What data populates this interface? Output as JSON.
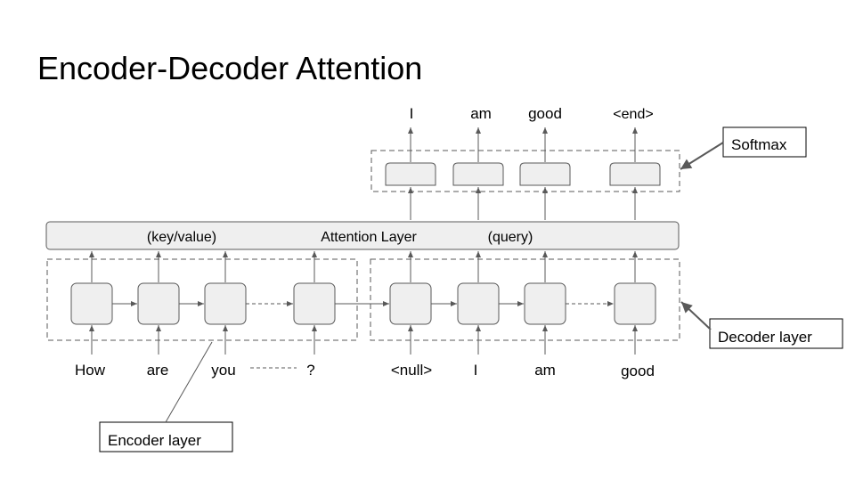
{
  "title": "Encoder-Decoder Attention",
  "attention_layer": {
    "key_value_label": "(key/value)",
    "name": "Attention Layer",
    "query_label": "(query)"
  },
  "encoder": {
    "inputs": [
      "How",
      "are",
      "you",
      "?"
    ]
  },
  "decoder": {
    "inputs": [
      "<null>",
      "I",
      "am",
      "good"
    ],
    "outputs": [
      "I",
      "am",
      "good",
      "<end>"
    ]
  },
  "callouts": {
    "softmax": "Softmax",
    "decoder_layer": "Decoder layer",
    "encoder_layer": "Encoder layer"
  },
  "colors": {
    "box_fill": "#efefef",
    "stroke": "#595959",
    "dash": "#595959",
    "text": "#000000"
  }
}
